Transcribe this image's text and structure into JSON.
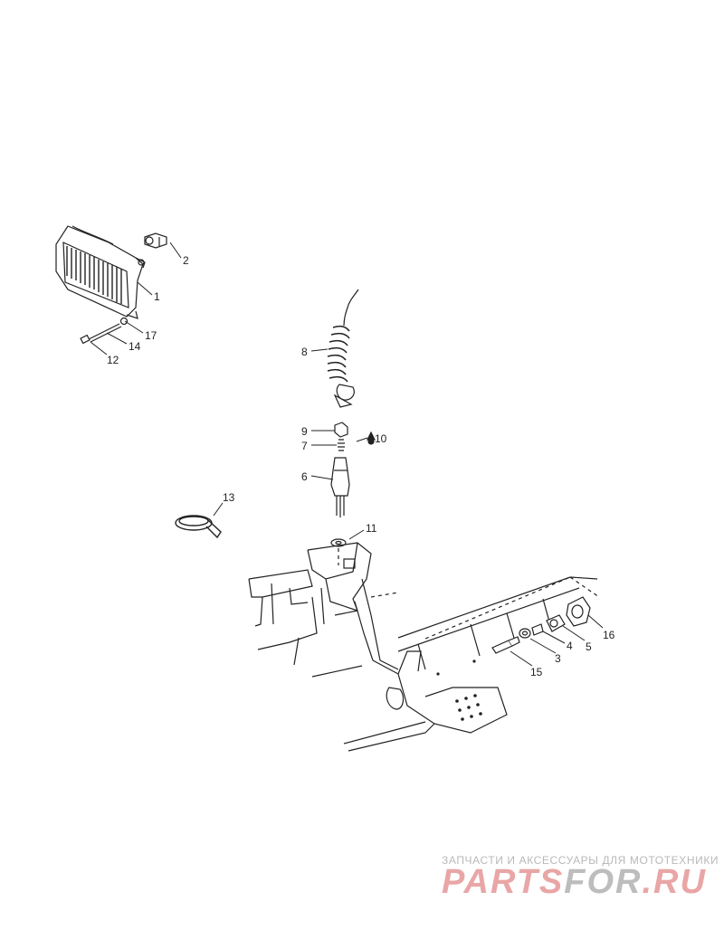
{
  "callouts": {
    "c1": "1",
    "c2": "2",
    "c3": "3",
    "c4": "4",
    "c5": "5",
    "c6": "6",
    "c7": "7",
    "c8": "8",
    "c9": "9",
    "c10": "10",
    "c11": "11",
    "c12": "12",
    "c13": "13",
    "c14": "14",
    "c15": "15",
    "c16": "16",
    "c17": "17"
  },
  "watermark": {
    "tagline": "ЗАПЧАСТИ И АКСЕССУАРЫ ДЛЯ МОТОТЕХНИКИ",
    "logo_part1": "PARTS",
    "logo_part2": "FOR",
    "logo_part3": ".RU"
  }
}
